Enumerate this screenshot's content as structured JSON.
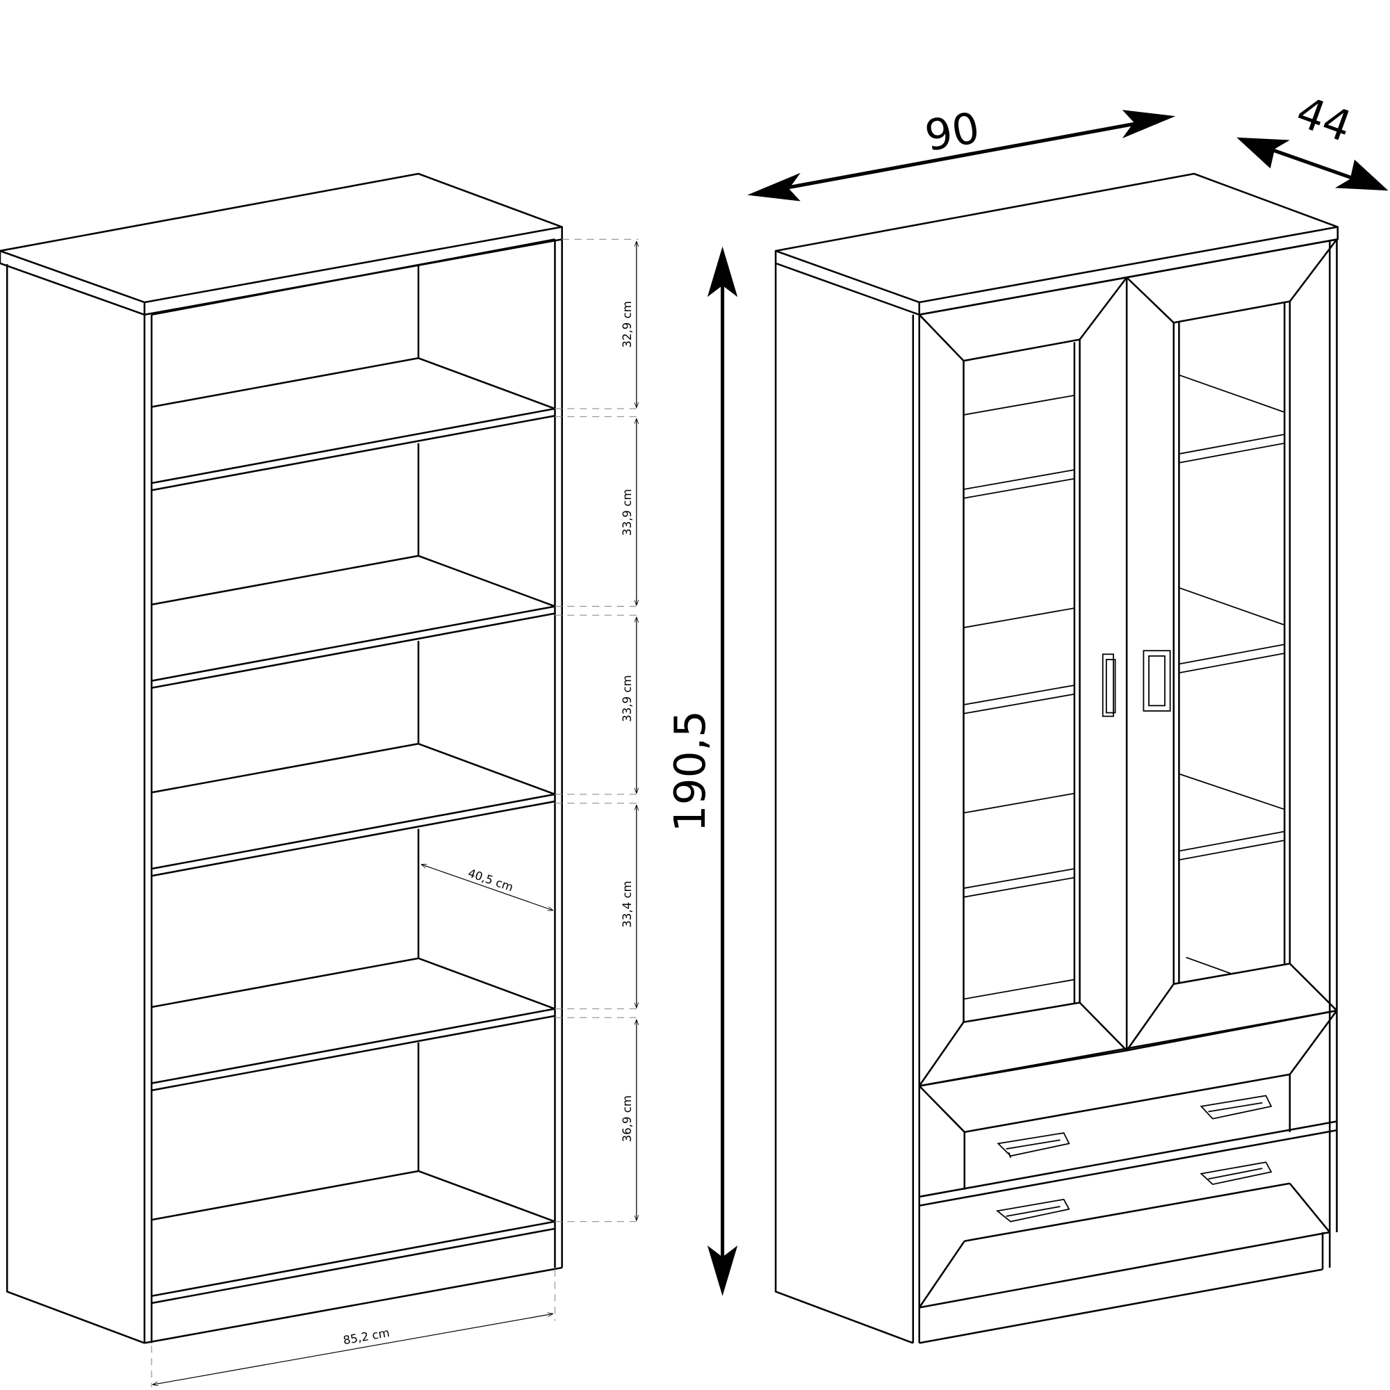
{
  "left_unit": {
    "shelf_heights": [
      "32,9 cm",
      "33,9 cm",
      "33,9 cm",
      "33,4 cm",
      "36,9 cm"
    ],
    "inner_depth": "40,5 cm",
    "inner_width": "85,2 cm"
  },
  "overall": {
    "height": "190,5",
    "width": "90",
    "depth": "44"
  }
}
